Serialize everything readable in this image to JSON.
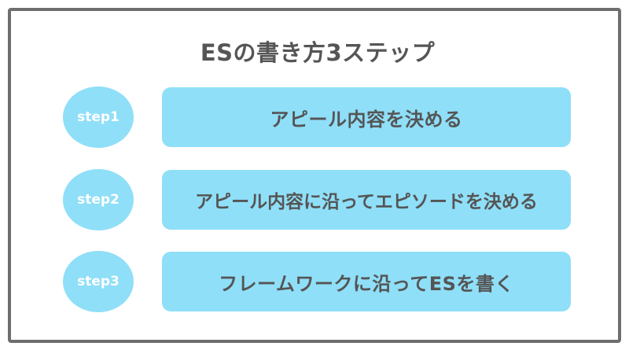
{
  "title": "ESの書き方3ステップ",
  "steps": [
    {
      "badge": "step1",
      "text": "アピール内容を決める"
    },
    {
      "badge": "step2",
      "text": "アピール内容に沿ってエピソードを決める"
    },
    {
      "badge": "step3",
      "text": "フレームワークに沿ってESを書く"
    }
  ],
  "colors": {
    "frame_border": "#6e6e6e",
    "accent_fill": "#8fdff8",
    "text": "#555555",
    "badge_text": "#ffffff"
  }
}
